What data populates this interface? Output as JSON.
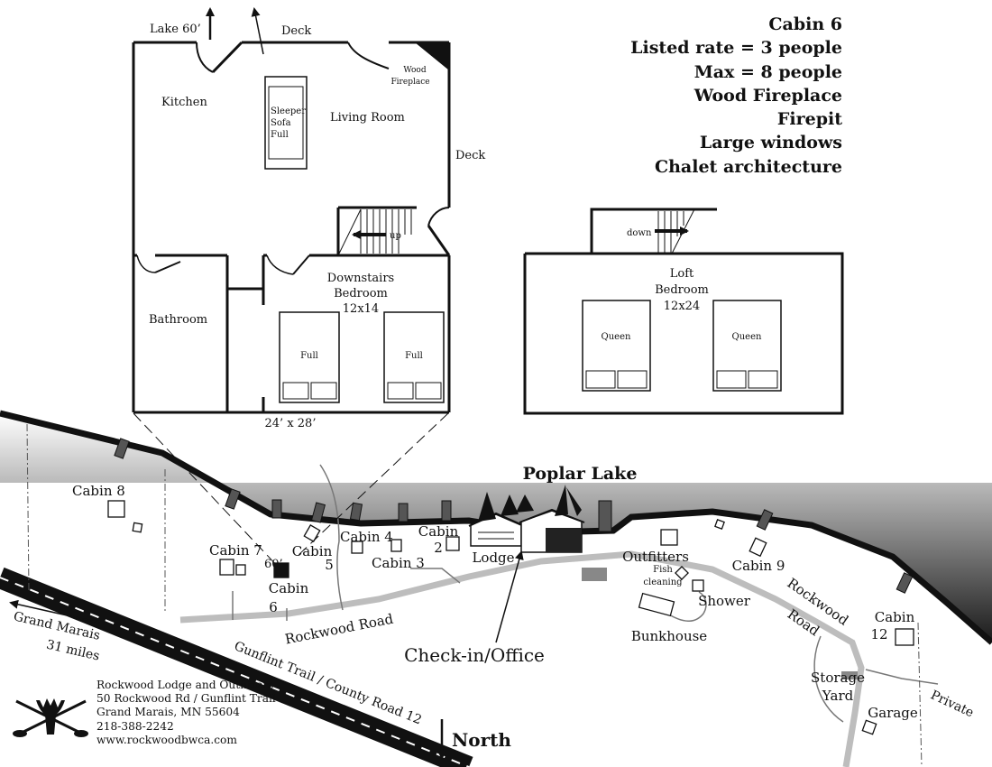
{
  "cabin_info": {
    "title": "Cabin 6",
    "lines": [
      "Listed rate = 3 people",
      "Max = 8 people",
      "Wood Fireplace",
      "Firepit",
      "Large windows",
      "Chalet architecture"
    ]
  },
  "floor_plan": {
    "lake_label": "Lake 60’",
    "deck_top": "Deck",
    "deck_right": "Deck",
    "kitchen": "Kitchen",
    "living_room": "Living Room",
    "fireplace": [
      "Wood",
      "Fireplace"
    ],
    "sofa": [
      "Sleeper",
      "Sofa",
      "Full"
    ],
    "stairs_up": "up",
    "bathroom": "Bathroom",
    "downstairs_bedroom": [
      "Downstairs",
      "Bedroom",
      "12x14"
    ],
    "bed_1": "Full",
    "bed_2": "Full",
    "dimensions": "24’ x 28’"
  },
  "loft_plan": {
    "stairs_down": "down",
    "loft_bedroom": [
      "Loft",
      "Bedroom",
      "12x24"
    ],
    "bed_1": "Queen",
    "bed_2": "Queen"
  },
  "site_map": {
    "lake": "Poplar Lake",
    "shore_distance": "60’",
    "cabin_8": "Cabin 8",
    "cabin_7": "Cabin 7",
    "cabin_6": [
      "Cabin",
      "6"
    ],
    "cabin_5": [
      "Cabin",
      "5"
    ],
    "cabin_4": "Cabin 4",
    "cabin_3": "Cabin 3",
    "cabin_2": [
      "Cabin",
      "2"
    ],
    "lodge": "Lodge",
    "outfitters": "Outfitters",
    "fish_cleaning": [
      "Fish",
      "cleaning"
    ],
    "shower": "Shower",
    "bunkhouse": "Bunkhouse",
    "cabin_9": "Cabin 9",
    "cabin_12": [
      "Cabin",
      "12"
    ],
    "storage_yard": [
      "Storage",
      "Yard"
    ],
    "garage": "Garage",
    "private": "Private",
    "rockwood_road_1": "Rockwood Road",
    "rockwood_road_2": [
      "Rockwood",
      "Road"
    ],
    "gunflint_trail": "Gunflint Trail / County Road 12",
    "checkin": "Check-in/Office",
    "grand_marais": [
      "Grand Marais",
      "31 miles"
    ],
    "north": "North"
  },
  "contact": {
    "lines": [
      "Rockwood Lodge and Outfitters",
      "50 Rockwood Rd / Gunflint Trail",
      "Grand Marais, MN 55604",
      "218-388-2242",
      "www.rockwoodbwca.com"
    ]
  },
  "colors": {
    "ink": "#111111",
    "road": "#bdbdbd",
    "water": "#1a1a1a",
    "paper": "#ffffff"
  },
  "icons": [
    "moose-paddles-logo-icon",
    "north-arrow-icon",
    "west-arrow-icon",
    "up-arrow-icon"
  ]
}
